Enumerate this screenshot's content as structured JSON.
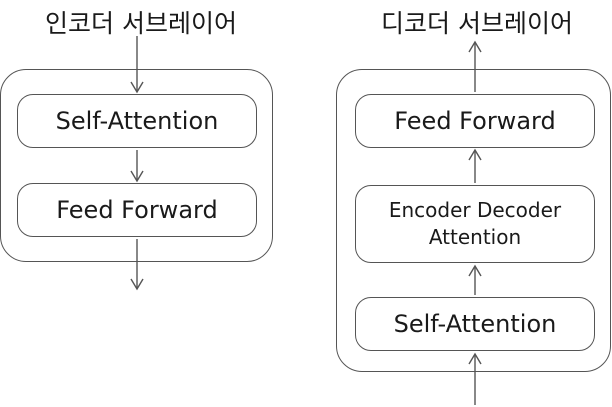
{
  "encoder": {
    "title": "인코더 서브레이어",
    "blocks": [
      "Self-Attention",
      "Feed Forward"
    ]
  },
  "decoder": {
    "title": "디코더 서브레이어",
    "blocks": [
      "Feed Forward",
      "Encoder Decoder\nAttention",
      "Self-Attention"
    ]
  }
}
